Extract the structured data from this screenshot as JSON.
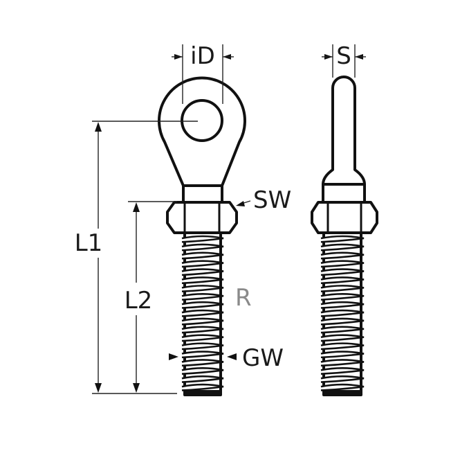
{
  "labels": {
    "inner_diameter": "iD",
    "thickness": "S",
    "wrench_size": "SW",
    "length_total": "L1",
    "length_thread": "L2",
    "thread": "R",
    "thread_diameter": "GW"
  },
  "colors": {
    "line": "#111111",
    "thread_label": "#8a8a8a"
  },
  "thread_turns": 19
}
